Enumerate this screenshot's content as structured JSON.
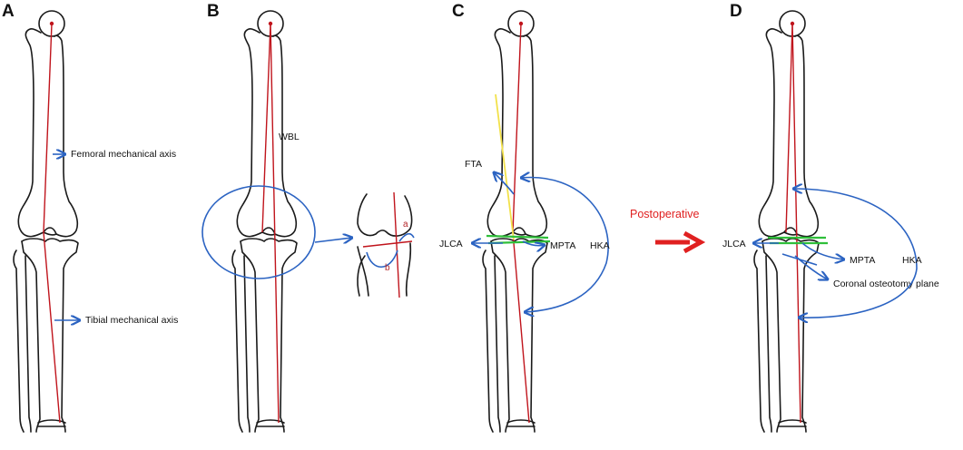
{
  "panels": {
    "a": {
      "letter": "A",
      "femoral_axis": "Femoral mechanical axis",
      "tibial_axis": "Tibial mechanical axis"
    },
    "b": {
      "letter": "B",
      "wbl": "WBL",
      "inset_a": "a",
      "inset_b": "b"
    },
    "c": {
      "letter": "C",
      "fta": "FTA",
      "jlca": "JLCA",
      "mpta": "MPTA",
      "hka": "HKA"
    },
    "transition": {
      "label": "Postoperative"
    },
    "d": {
      "letter": "D",
      "jlca": "JLCA",
      "mpta": "MPTA",
      "hka": "HKA",
      "plane": "Coronal osteotomy plane"
    }
  },
  "colors": {
    "axis": "#c0141c",
    "annotation": "#2b63c2",
    "joint_line": "#2fbf3a",
    "fta_line": "#f2e14a",
    "arrow": "#e02020"
  },
  "icons": {
    "arrow": "arrow-right-icon"
  }
}
